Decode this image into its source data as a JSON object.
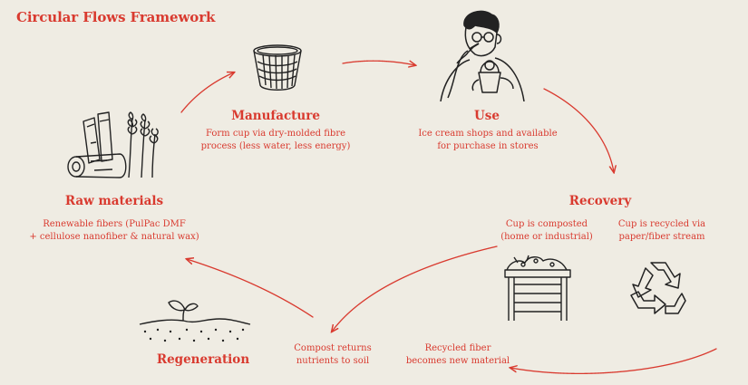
{
  "title": "Circular Flows Framework",
  "stages": {
    "manufacture": {
      "heading": "Manufacture",
      "desc": [
        "Form cup via dry-molded fibre",
        "process (less water, less energy)"
      ],
      "icon": "cup-icon"
    },
    "use": {
      "heading": "Use",
      "desc": [
        "Ice cream shops and available",
        "for purchase in stores"
      ],
      "icon": "person-eating-icon"
    },
    "recovery": {
      "heading": "Recovery",
      "composted": [
        "Cup is composted",
        "(home or industrial)"
      ],
      "recycled": [
        "Cup is recycled via",
        "paper/fiber stream"
      ],
      "icons": [
        "compost-bin-icon",
        "recycle-icon"
      ]
    },
    "regeneration": {
      "heading": "Regeneration",
      "recycled_note": [
        "Recycled fiber",
        "becomes new material"
      ],
      "compost_note": [
        "Compost returns",
        "nutrients to soil"
      ],
      "icon": "seedling-soil-icon"
    },
    "raw_materials": {
      "heading": "Raw materials",
      "desc": [
        "Renewable fibers (PulPac DMF",
        "+ cellulose nanofiber & natural wax)"
      ],
      "icon": "wood-wheat-icon"
    }
  },
  "colors": {
    "accent": "#d93a2f",
    "background": "#efece3",
    "ink": "#222222"
  }
}
